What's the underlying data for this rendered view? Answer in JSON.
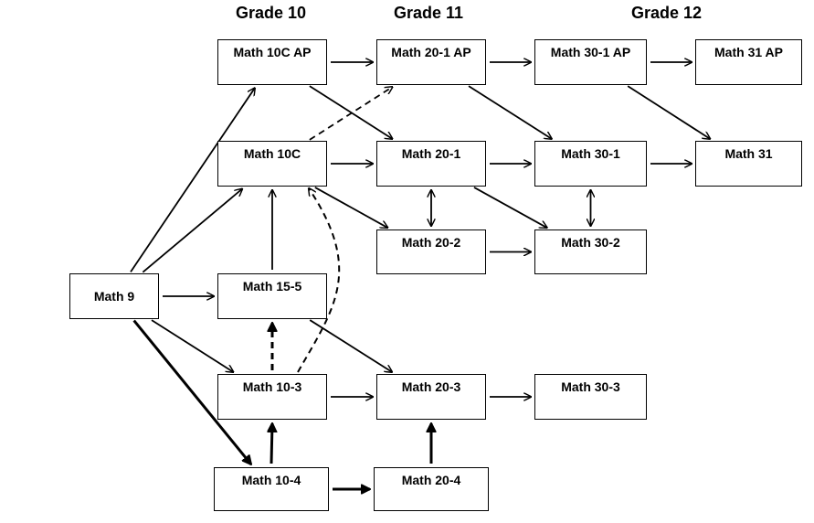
{
  "headers": {
    "grade10": "Grade 10",
    "grade11": "Grade 11",
    "grade12": "Grade 12"
  },
  "nodes": {
    "math9": "Math 9",
    "math10c_ap": "Math 10C AP",
    "math10c": "Math 10C",
    "math15_5": "Math 15-5",
    "math10_3": "Math 10-3",
    "math10_4": "Math 10-4",
    "math20_1_ap": "Math 20-1 AP",
    "math20_1": "Math 20-1",
    "math20_2": "Math 20-2",
    "math20_3": "Math 20-3",
    "math20_4": "Math 20-4",
    "math30_1_ap": "Math 30-1 AP",
    "math30_1": "Math 30-1",
    "math30_2": "Math 30-2",
    "math30_3": "Math 30-3",
    "math31_ap": "Math 31 AP",
    "math31": "Math 31"
  },
  "edges": [
    {
      "from": "math9",
      "to": "math10c_ap",
      "style": "solid"
    },
    {
      "from": "math9",
      "to": "math10c",
      "style": "solid"
    },
    {
      "from": "math9",
      "to": "math15_5",
      "style": "solid"
    },
    {
      "from": "math9",
      "to": "math10_3",
      "style": "solid"
    },
    {
      "from": "math9",
      "to": "math10_4",
      "style": "bold"
    },
    {
      "from": "math10c_ap",
      "to": "math20_1_ap",
      "style": "solid"
    },
    {
      "from": "math10c_ap",
      "to": "math20_1",
      "style": "solid"
    },
    {
      "from": "math10c",
      "to": "math20_1_ap",
      "style": "dashed"
    },
    {
      "from": "math10c",
      "to": "math20_1",
      "style": "solid"
    },
    {
      "from": "math10c",
      "to": "math20_2",
      "style": "solid"
    },
    {
      "from": "math15_5",
      "to": "math10c",
      "style": "solid"
    },
    {
      "from": "math15_5",
      "to": "math20_3",
      "style": "solid"
    },
    {
      "from": "math10_3",
      "to": "math15_5",
      "style": "dashed-bold"
    },
    {
      "from": "math10_3",
      "to": "math10c",
      "style": "dashed-curve"
    },
    {
      "from": "math10_3",
      "to": "math20_3",
      "style": "solid"
    },
    {
      "from": "math10_4",
      "to": "math10_3",
      "style": "bold"
    },
    {
      "from": "math10_4",
      "to": "math20_4",
      "style": "bold"
    },
    {
      "from": "math20_4",
      "to": "math20_3",
      "style": "bold"
    },
    {
      "from": "math20_1_ap",
      "to": "math30_1_ap",
      "style": "solid"
    },
    {
      "from": "math20_1_ap",
      "to": "math30_1",
      "style": "solid"
    },
    {
      "from": "math20_1",
      "to": "math30_1",
      "style": "solid"
    },
    {
      "from": "math20_1",
      "to": "math30_2",
      "style": "solid"
    },
    {
      "from": "math20_1",
      "to": "math20_2",
      "style": "double"
    },
    {
      "from": "math20_2",
      "to": "math30_2",
      "style": "solid"
    },
    {
      "from": "math20_3",
      "to": "math30_3",
      "style": "solid"
    },
    {
      "from": "math30_1_ap",
      "to": "math31_ap",
      "style": "solid"
    },
    {
      "from": "math30_1_ap",
      "to": "math31",
      "style": "solid"
    },
    {
      "from": "math30_1",
      "to": "math31",
      "style": "solid"
    },
    {
      "from": "math30_1",
      "to": "math30_2",
      "style": "double"
    }
  ]
}
